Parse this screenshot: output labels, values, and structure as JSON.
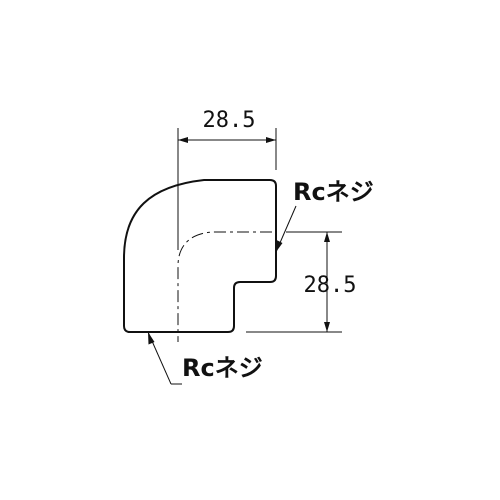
{
  "drawing": {
    "dimension_width": "28.5",
    "dimension_height": "28.5",
    "thread_label_top": "Rcネジ",
    "thread_label_bottom": "Rcネジ"
  },
  "colors": {
    "line": "#111111",
    "background": "#ffffff"
  }
}
